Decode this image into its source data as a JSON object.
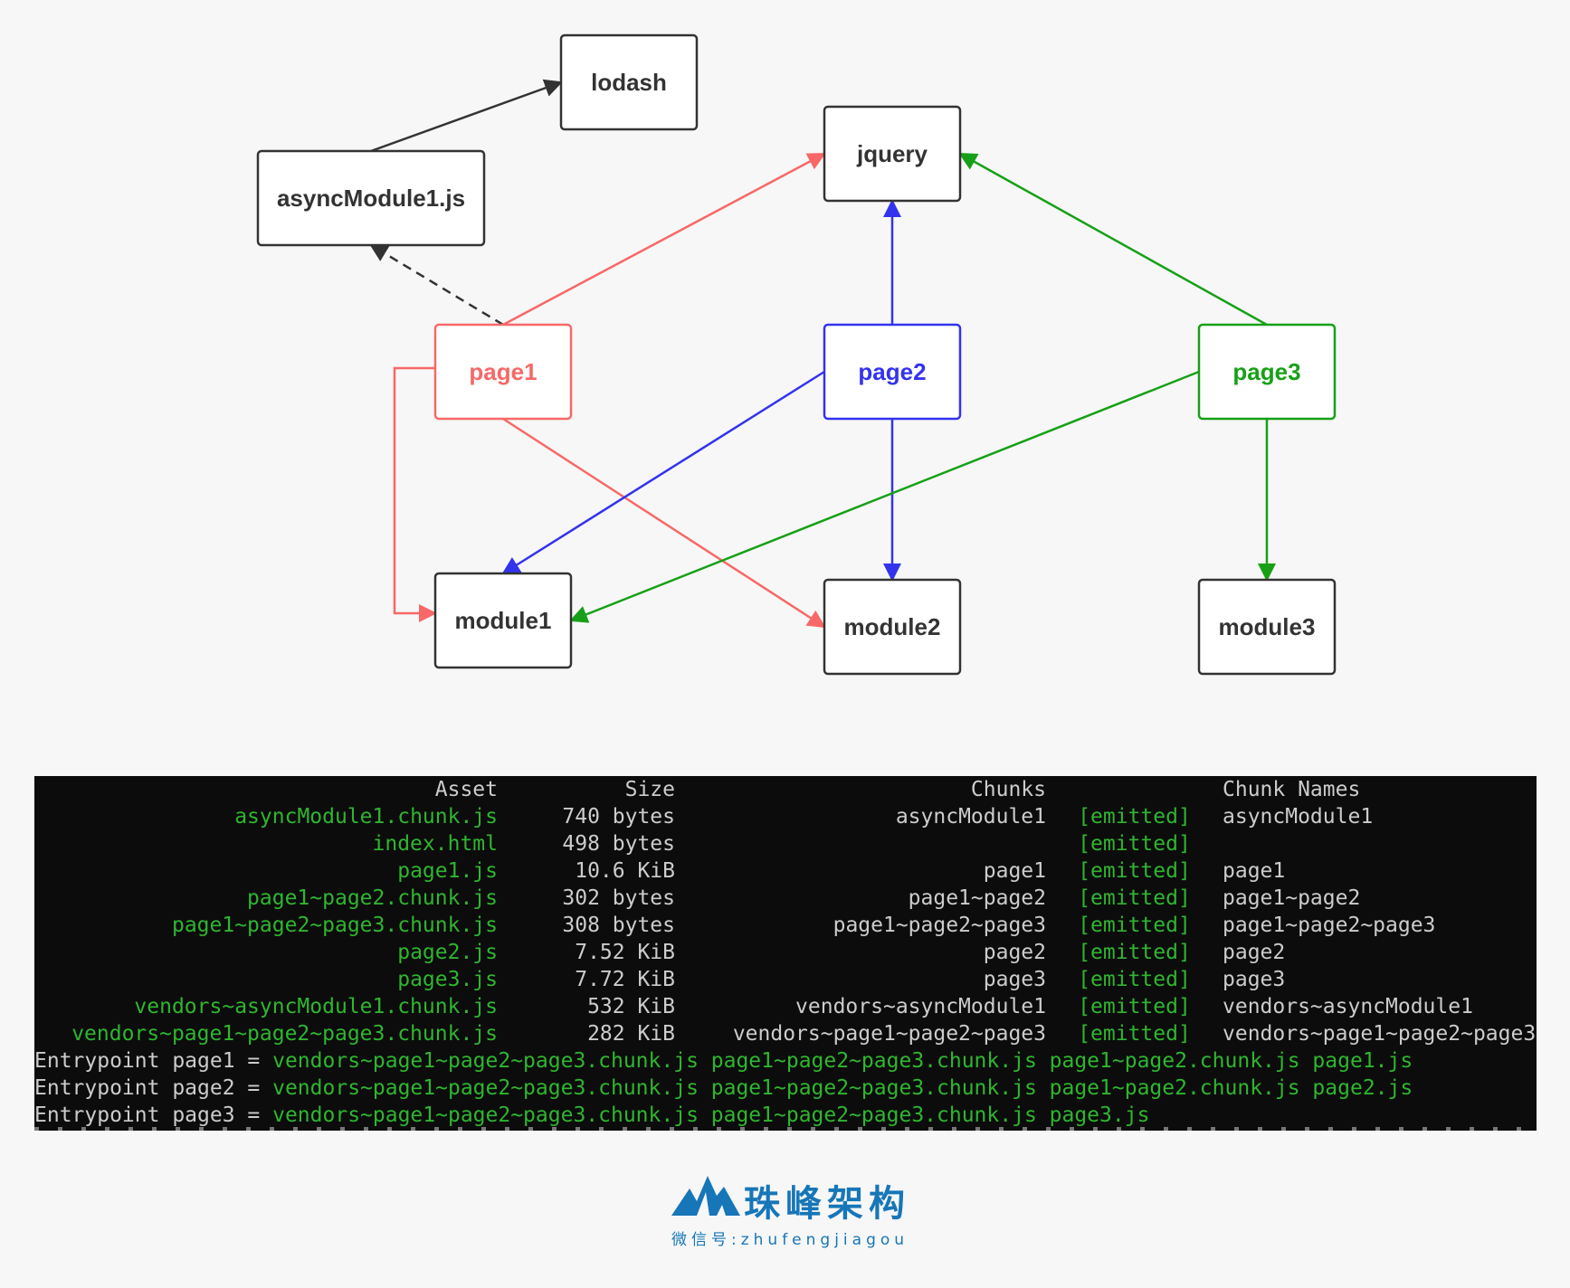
{
  "diagram": {
    "nodes": [
      {
        "id": "lodash",
        "label": "lodash",
        "color": "#333333"
      },
      {
        "id": "asyncModule1",
        "label": "asyncModule1.js",
        "color": "#333333"
      },
      {
        "id": "jquery",
        "label": "jquery",
        "color": "#333333"
      },
      {
        "id": "page1",
        "label": "page1",
        "color": "#f86868"
      },
      {
        "id": "page2",
        "label": "page2",
        "color": "#3333ee"
      },
      {
        "id": "page3",
        "label": "page3",
        "color": "#17a017"
      },
      {
        "id": "module1",
        "label": "module1",
        "color": "#333333"
      },
      {
        "id": "module2",
        "label": "module2",
        "color": "#333333"
      },
      {
        "id": "module3",
        "label": "module3",
        "color": "#333333"
      }
    ],
    "edges": [
      {
        "from": "asyncModule1",
        "to": "lodash",
        "color": "#333333",
        "style": "solid"
      },
      {
        "from": "page1",
        "to": "asyncModule1",
        "color": "#333333",
        "style": "dashed"
      },
      {
        "from": "page1",
        "to": "jquery",
        "color": "#f86868",
        "style": "solid"
      },
      {
        "from": "page1",
        "to": "module1",
        "color": "#f86868",
        "style": "solid"
      },
      {
        "from": "page1",
        "to": "module2",
        "color": "#f86868",
        "style": "solid"
      },
      {
        "from": "page2",
        "to": "jquery",
        "color": "#3333ee",
        "style": "solid"
      },
      {
        "from": "page2",
        "to": "module1",
        "color": "#3333ee",
        "style": "solid"
      },
      {
        "from": "page2",
        "to": "module2",
        "color": "#3333ee",
        "style": "solid"
      },
      {
        "from": "page3",
        "to": "jquery",
        "color": "#17a017",
        "style": "solid"
      },
      {
        "from": "page3",
        "to": "module1",
        "color": "#17a017",
        "style": "solid"
      },
      {
        "from": "page3",
        "to": "module3",
        "color": "#17a017",
        "style": "solid"
      }
    ]
  },
  "terminal": {
    "headers": {
      "asset": "Asset",
      "size": "Size",
      "chunks": "Chunks",
      "emitted": "",
      "names": "Chunk Names"
    },
    "rows": [
      {
        "asset": "asyncModule1.chunk.js",
        "size": "740 bytes",
        "chunks": "asyncModule1",
        "emitted": "[emitted]",
        "names": "asyncModule1"
      },
      {
        "asset": "index.html",
        "size": "498 bytes",
        "chunks": "",
        "emitted": "[emitted]",
        "names": ""
      },
      {
        "asset": "page1.js",
        "size": "10.6 KiB",
        "chunks": "page1",
        "emitted": "[emitted]",
        "names": "page1"
      },
      {
        "asset": "page1~page2.chunk.js",
        "size": "302 bytes",
        "chunks": "page1~page2",
        "emitted": "[emitted]",
        "names": "page1~page2"
      },
      {
        "asset": "page1~page2~page3.chunk.js",
        "size": "308 bytes",
        "chunks": "page1~page2~page3",
        "emitted": "[emitted]",
        "names": "page1~page2~page3"
      },
      {
        "asset": "page2.js",
        "size": "7.52 KiB",
        "chunks": "page2",
        "emitted": "[emitted]",
        "names": "page2"
      },
      {
        "asset": "page3.js",
        "size": "7.72 KiB",
        "chunks": "page3",
        "emitted": "[emitted]",
        "names": "page3"
      },
      {
        "asset": "vendors~asyncModule1.chunk.js",
        "size": "532 KiB",
        "chunks": "vendors~asyncModule1",
        "emitted": "[emitted]",
        "names": "vendors~asyncModule1"
      },
      {
        "asset": "vendors~page1~page2~page3.chunk.js",
        "size": "282 KiB",
        "chunks": "vendors~page1~page2~page3",
        "emitted": "[emitted]",
        "names": "vendors~page1~page2~page3"
      }
    ],
    "entrypoints": [
      {
        "label": "Entrypoint page1 = ",
        "files": "vendors~page1~page2~page3.chunk.js page1~page2~page3.chunk.js page1~page2.chunk.js page1.js"
      },
      {
        "label": "Entrypoint page2 = ",
        "files": "vendors~page1~page2~page3.chunk.js page1~page2~page3.chunk.js page1~page2.chunk.js page2.js"
      },
      {
        "label": "Entrypoint page3 = ",
        "files": "vendors~page1~page2~page3.chunk.js page1~page2~page3.chunk.js page3.js"
      }
    ]
  },
  "brand": {
    "name": "珠峰架构",
    "subtitle": "微信号:zhufengjiagou",
    "color": "#1776b8",
    "logo_icon": "mountain-logo-icon"
  }
}
